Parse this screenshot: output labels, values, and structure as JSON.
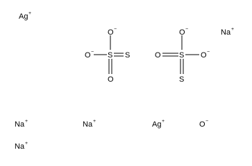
{
  "ions": {
    "ag1": {
      "symbol": "Ag",
      "charge": "+"
    },
    "na1": {
      "symbol": "Na",
      "charge": "+"
    },
    "na2": {
      "symbol": "Na",
      "charge": "+"
    },
    "na3": {
      "symbol": "Na",
      "charge": "+"
    },
    "ag2": {
      "symbol": "Ag",
      "charge": "+"
    },
    "o_free": {
      "symbol": "O",
      "charge": "−"
    },
    "na4": {
      "symbol": "Na",
      "charge": "+"
    }
  },
  "thiosulfate1": {
    "o_top": {
      "symbol": "O",
      "charge": "−"
    },
    "o_left": {
      "symbol": "O",
      "charge": "−"
    },
    "s_center": {
      "symbol": "S"
    },
    "s_terminal": {
      "symbol": "S"
    },
    "o_bottom": {
      "symbol": "O"
    }
  },
  "thiosulfate2": {
    "o_top": {
      "symbol": "O",
      "charge": "−"
    },
    "o_left": {
      "symbol": "O"
    },
    "s_center": {
      "symbol": "S"
    },
    "o_right": {
      "symbol": "O",
      "charge": "−"
    },
    "s_bottom": {
      "symbol": "S"
    }
  }
}
